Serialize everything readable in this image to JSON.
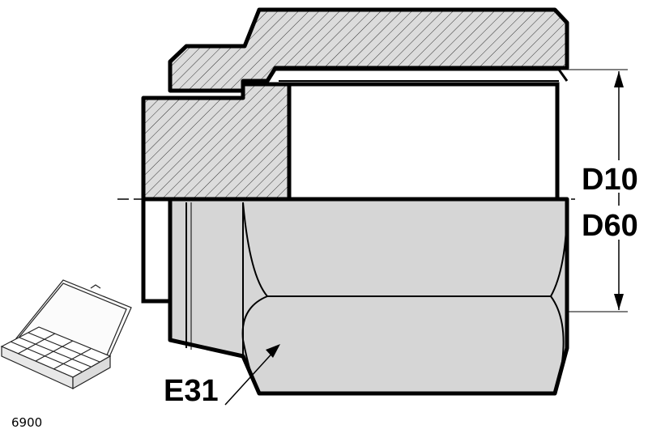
{
  "labels": {
    "d10": "D10",
    "d60": "D60",
    "e31": "E31",
    "article_number": "6900"
  },
  "colors": {
    "outline": "#000000",
    "hatch_fill": "#dcdcdc",
    "solid_fill": "#d6d6d6",
    "background": "#ffffff"
  },
  "icons": {
    "thumbnail": "parts-organizer-box-icon"
  }
}
